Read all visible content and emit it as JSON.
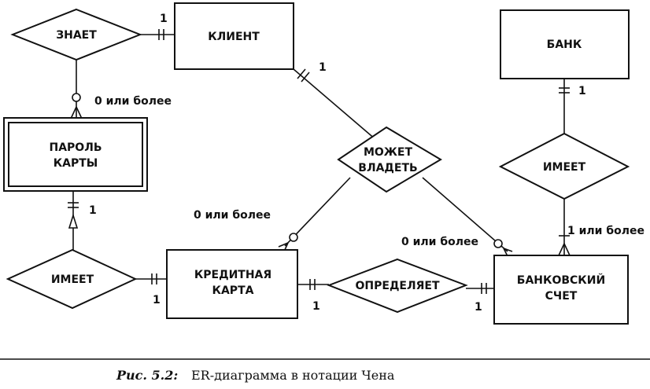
{
  "entities": {
    "klient": "КЛИЕНТ",
    "bank": "БАНК",
    "parol_line1": "ПАРОЛЬ",
    "parol_line2": "КАРТЫ",
    "karta_line1": "КРЕДИТНАЯ",
    "karta_line2": "КАРТА",
    "schet_line1": "БАНКОВСКИЙ",
    "schet_line2": "СЧЕТ"
  },
  "relationships": {
    "znaet": "ЗНАЕТ",
    "mozhet_line1": "МОЖЕТ",
    "mozhet_line2": "ВЛАДЕТЬ",
    "imeet_bank": "ИМЕЕТ",
    "imeet_parol": "ИМЕЕТ",
    "opredelyaet": "ОПРЕДЕЛЯЕТ"
  },
  "cardinalities": {
    "znaet_klient": "1",
    "znaet_parol": "0 или более",
    "klient_mozhet": "1",
    "mozhet_karta": "0 или более",
    "mozhet_schet": "0 или более",
    "bank_imeet": "1",
    "imeet_schet": "1 или более",
    "parol_imeet": "1",
    "imeet_karta": "1",
    "karta_opredelyaet": "1",
    "opredelyaet_schet": "1"
  },
  "caption": {
    "prefix": "Рис.  5.2:",
    "text": "ER-диаграмма в нотации Чена"
  }
}
